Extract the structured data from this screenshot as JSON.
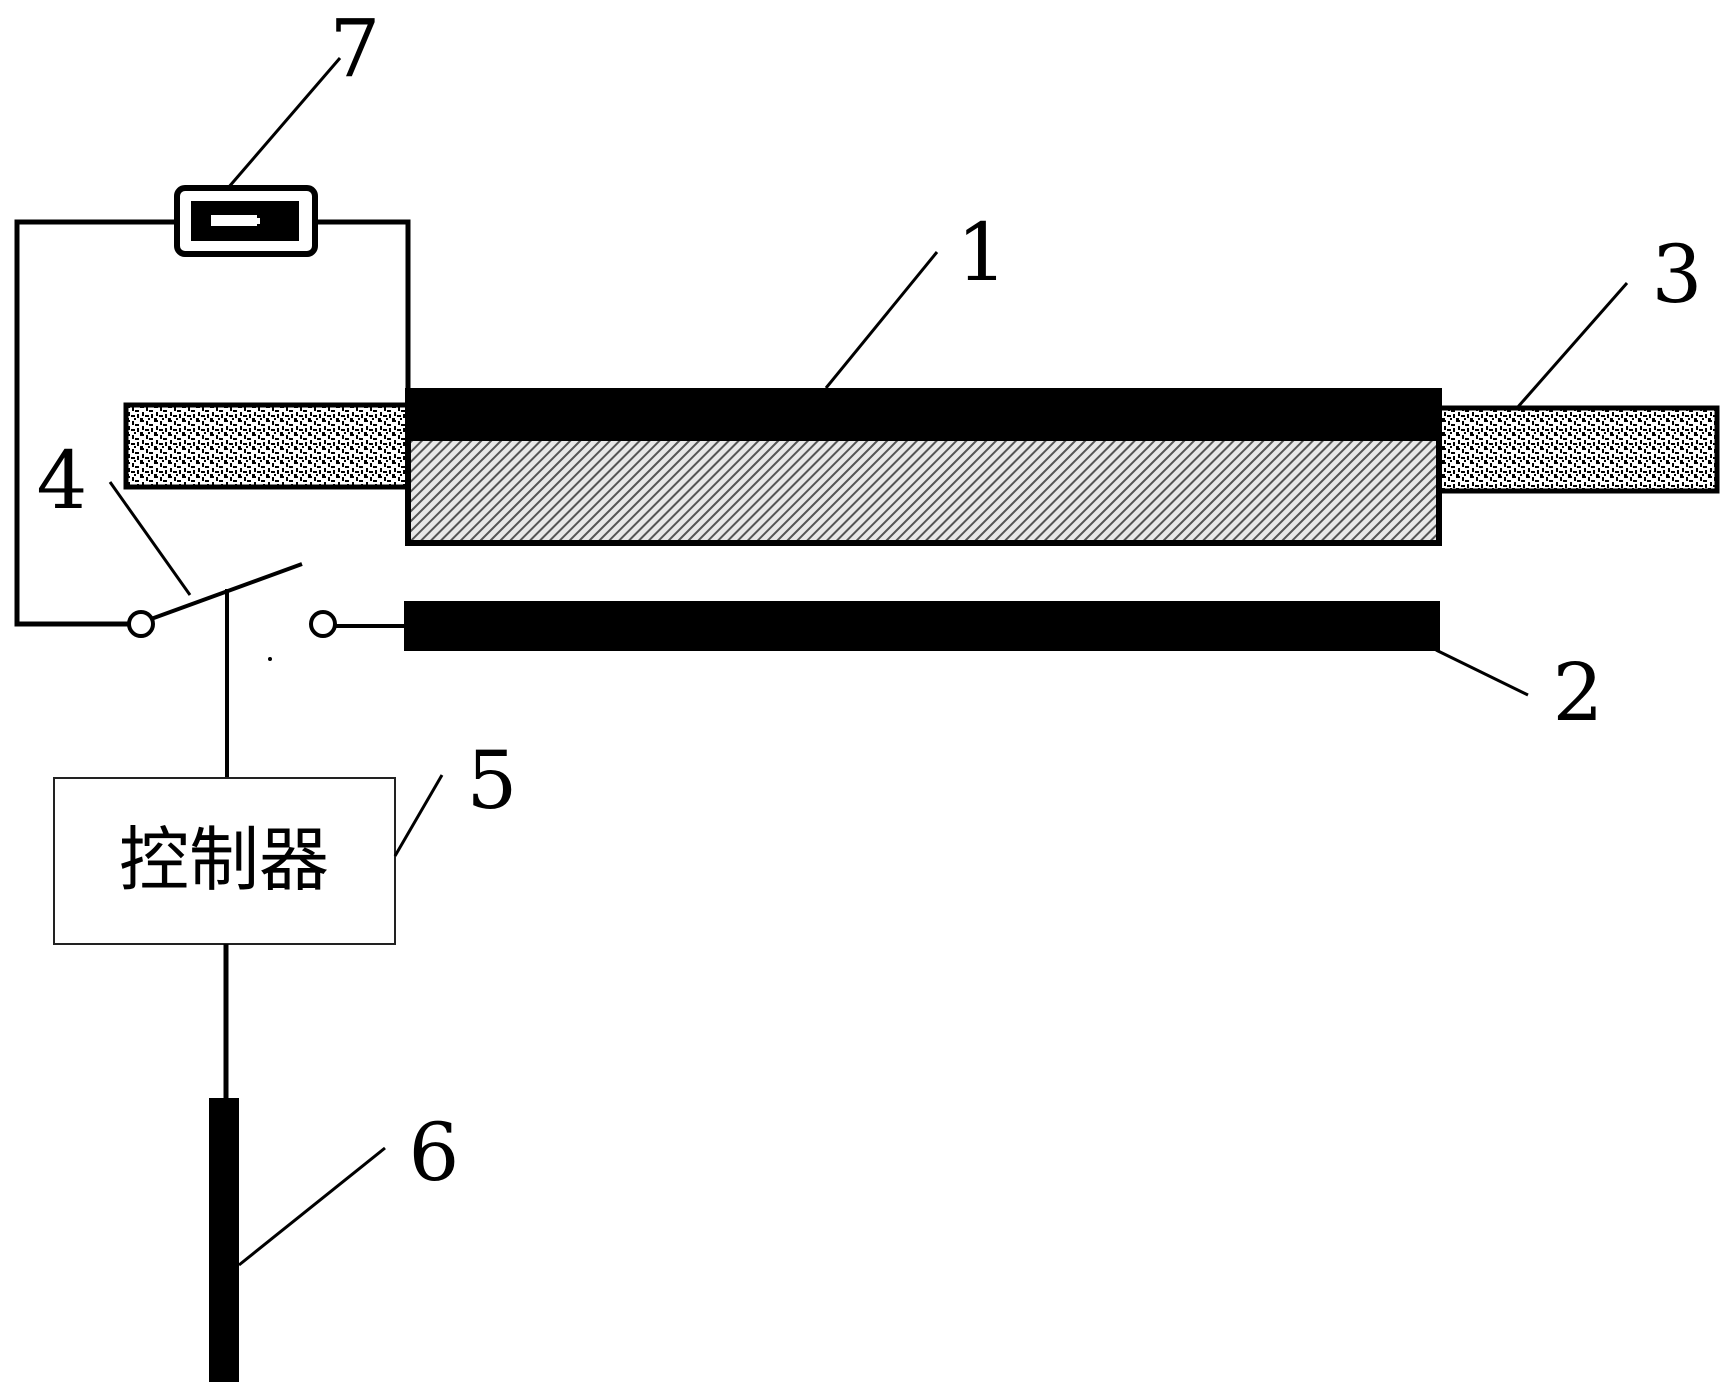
{
  "labels": {
    "1": "1",
    "2": "2",
    "3": "3",
    "4": "4",
    "5": "5",
    "6": "6",
    "7": "7"
  },
  "controller": {
    "text": "控制器"
  },
  "colors": {
    "line": "#000000",
    "background": "#ffffff"
  }
}
